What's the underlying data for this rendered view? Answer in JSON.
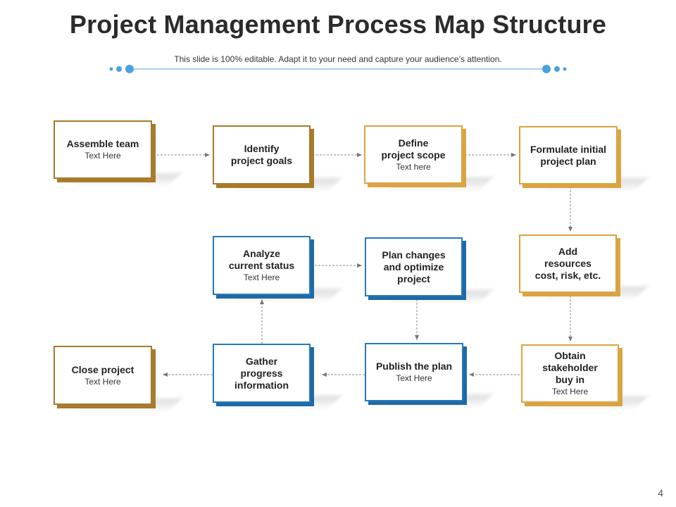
{
  "title": "Project Management Process Map Structure",
  "subtitle": "This slide is 100% editable. Adapt it to your need and capture your audience’s attention.",
  "page_number": "4",
  "colors": {
    "brown": "#a87a2b",
    "gold": "#d9a441",
    "blue": "#2a78b5",
    "accent_dots": "#4aa3df"
  },
  "steps": [
    {
      "heading": "Assemble team",
      "text": "Text Here"
    },
    {
      "heading": "Identify\nproject goals",
      "text": ""
    },
    {
      "heading": "Define\nproject scope",
      "text": "Text here"
    },
    {
      "heading": "Formulate initial\nproject plan",
      "text": ""
    },
    {
      "heading": "Add\nresources\ncost, risk, etc.",
      "text": ""
    },
    {
      "heading": "Obtain\nstakeholder\nbuy in",
      "text": "Text Here"
    },
    {
      "heading": "Publish the plan",
      "text": "Text Here"
    },
    {
      "heading": "Plan changes\nand optimize\nproject",
      "text": ""
    },
    {
      "heading": "Analyze\ncurrent status",
      "text": "Text Here"
    },
    {
      "heading": "Gather\nprogress\ninformation",
      "text": ""
    },
    {
      "heading": "Close project",
      "text": "Text Here"
    }
  ]
}
